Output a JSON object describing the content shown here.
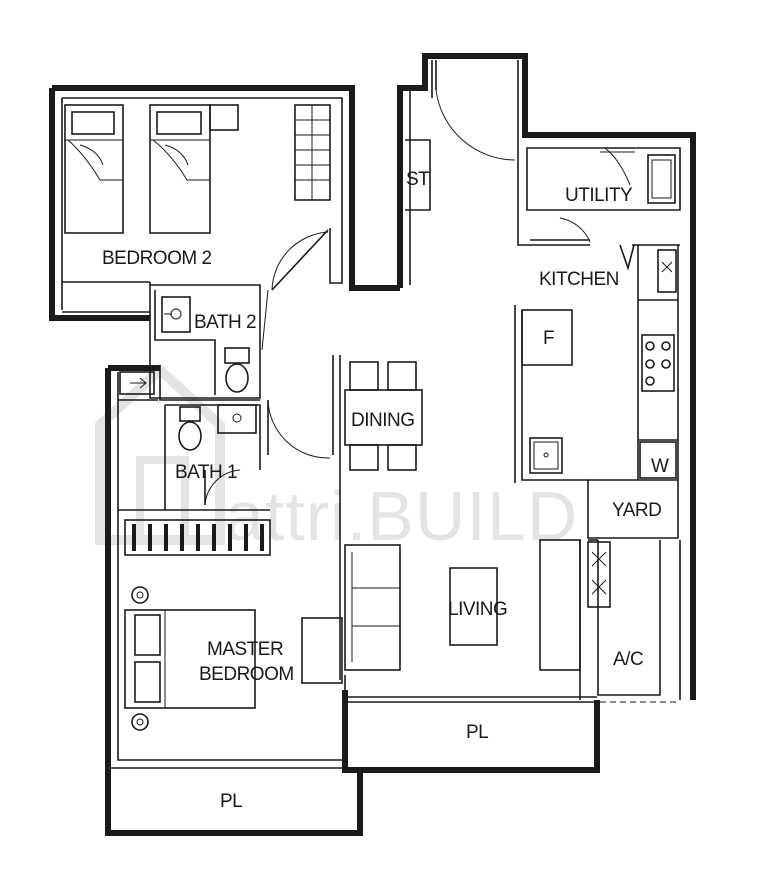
{
  "rooms": {
    "bedroom2": "BEDROOM 2",
    "bath2": "BATH 2",
    "bath1": "BATH 1",
    "st": "ST",
    "utility": "UTILITY",
    "kitchen": "KITCHEN",
    "fridge": "F",
    "washer": "W",
    "yard": "YARD",
    "dining": "DINING",
    "living": "LIVING",
    "ac": "A/C",
    "master_line1": "MASTER",
    "master_line2": "BEDROOM",
    "pl_living": "PL",
    "pl_master": "PL"
  },
  "watermark": "attri.BUILD"
}
